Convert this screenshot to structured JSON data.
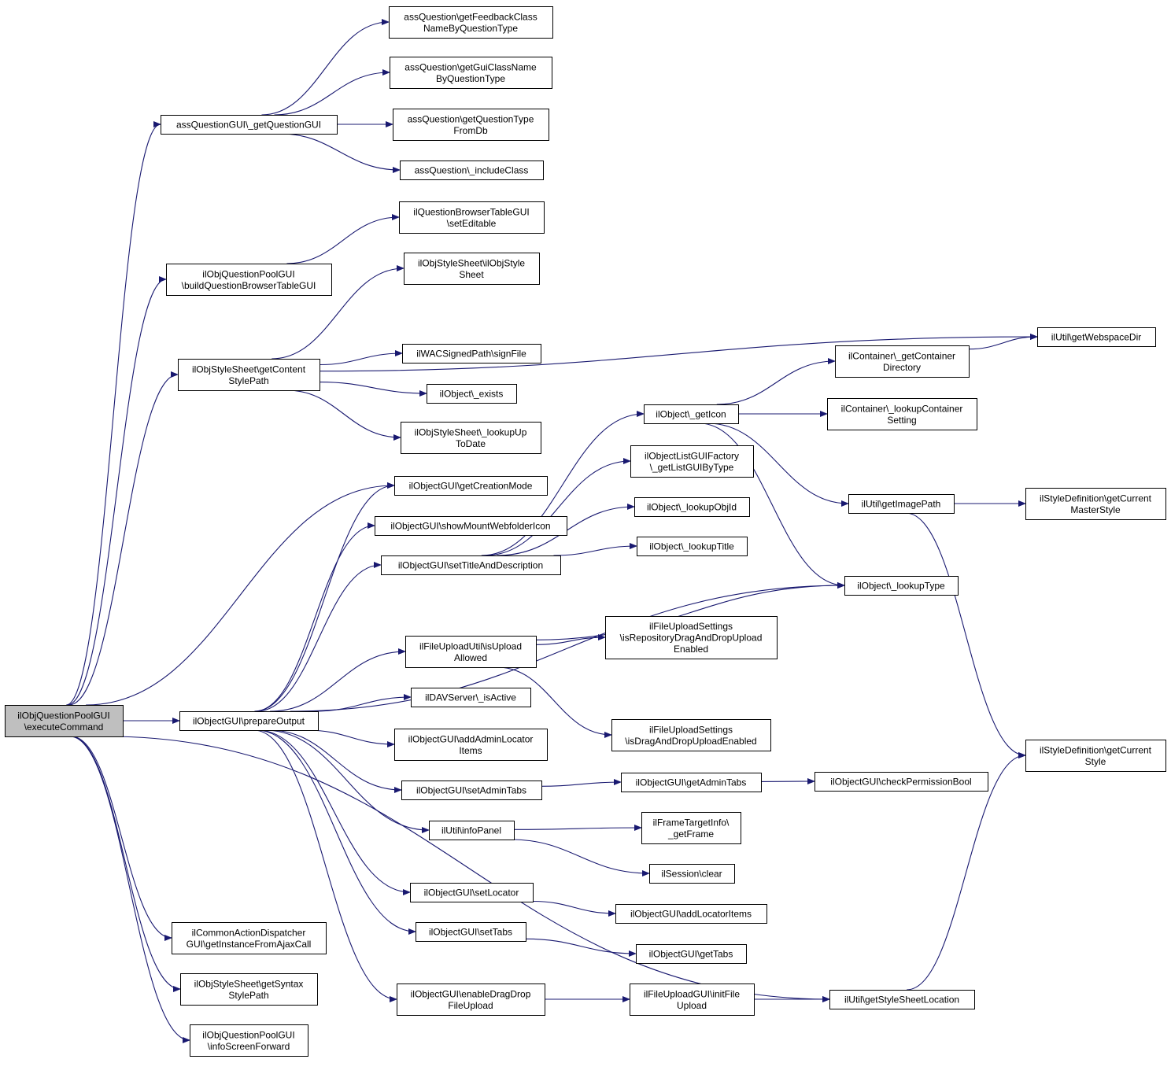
{
  "colors": {
    "edge": "#191970",
    "root_fill": "#bfbfbf",
    "node_fill": "#ffffff",
    "border": "#000000"
  },
  "nodes": [
    {
      "id": "root",
      "lines": [
        "ilObjQuestionPoolGUI",
        "\\executeCommand"
      ],
      "root": true
    },
    {
      "id": "getQuestionGUI",
      "lines": [
        "assQuestionGUI\\_getQuestionGUI"
      ]
    },
    {
      "id": "buildQBT",
      "lines": [
        "ilObjQuestionPoolGUI",
        "\\buildQuestionBrowserTableGUI"
      ]
    },
    {
      "id": "getContentStylePath",
      "lines": [
        "ilObjStyleSheet\\getContent",
        "StylePath"
      ]
    },
    {
      "id": "prepareOutput",
      "lines": [
        "ilObjectGUI\\prepareOutput"
      ]
    },
    {
      "id": "getInstanceFromAjax",
      "lines": [
        "ilCommonActionDispatcher",
        "GUI\\getInstanceFromAjaxCall"
      ]
    },
    {
      "id": "getSyntaxStylePath",
      "lines": [
        "ilObjStyleSheet\\getSyntax",
        "StylePath"
      ]
    },
    {
      "id": "infoScreenForward",
      "lines": [
        "ilObjQuestionPoolGUI",
        "\\infoScreenForward"
      ]
    },
    {
      "id": "getFeedbackClass",
      "lines": [
        "assQuestion\\getFeedbackClass",
        "NameByQuestionType"
      ]
    },
    {
      "id": "getGuiClassName",
      "lines": [
        "assQuestion\\getGuiClassName",
        "ByQuestionType"
      ]
    },
    {
      "id": "getQuestionTypeFromDb",
      "lines": [
        "assQuestion\\getQuestionType",
        "FromDb"
      ]
    },
    {
      "id": "includeClass",
      "lines": [
        "assQuestion\\_includeClass"
      ]
    },
    {
      "id": "setEditable",
      "lines": [
        "ilQuestionBrowserTableGUI",
        "\\setEditable"
      ]
    },
    {
      "id": "ilObjStyleSheetCtor",
      "lines": [
        "ilObjStyleSheet\\ilObjStyle",
        "Sheet"
      ]
    },
    {
      "id": "signFile",
      "lines": [
        "ilWACSignedPath\\signFile"
      ]
    },
    {
      "id": "exists",
      "lines": [
        "ilObject\\_exists"
      ]
    },
    {
      "id": "lookupUpToDate",
      "lines": [
        "ilObjStyleSheet\\_lookupUp",
        "ToDate"
      ]
    },
    {
      "id": "getCreationMode",
      "lines": [
        "ilObjectGUI\\getCreationMode"
      ]
    },
    {
      "id": "showMountWebfolderIcon",
      "lines": [
        "ilObjectGUI\\showMountWebfolderIcon"
      ]
    },
    {
      "id": "setTitleAndDescription",
      "lines": [
        "ilObjectGUI\\setTitleAndDescription"
      ]
    },
    {
      "id": "isUploadAllowed",
      "lines": [
        "ilFileUploadUtil\\isUpload",
        "Allowed"
      ]
    },
    {
      "id": "isActive",
      "lines": [
        "ilDAVServer\\_isActive"
      ]
    },
    {
      "id": "addAdminLocatorItems",
      "lines": [
        "ilObjectGUI\\addAdminLocator",
        "Items"
      ]
    },
    {
      "id": "setAdminTabs",
      "lines": [
        "ilObjectGUI\\setAdminTabs"
      ]
    },
    {
      "id": "infoPanel",
      "lines": [
        "ilUtil\\infoPanel"
      ]
    },
    {
      "id": "setLocator",
      "lines": [
        "ilObjectGUI\\setLocator"
      ]
    },
    {
      "id": "setTabs",
      "lines": [
        "ilObjectGUI\\setTabs"
      ]
    },
    {
      "id": "enableDragDropFileUpload",
      "lines": [
        "ilObjectGUI\\enableDragDrop",
        "FileUpload"
      ]
    },
    {
      "id": "getIcon",
      "lines": [
        "ilObject\\_getIcon"
      ]
    },
    {
      "id": "getListGUIByType",
      "lines": [
        "ilObjectListGUIFactory",
        "\\_getListGUIByType"
      ]
    },
    {
      "id": "lookupObjId",
      "lines": [
        "ilObject\\_lookupObjId"
      ]
    },
    {
      "id": "lookupTitle",
      "lines": [
        "ilObject\\_lookupTitle"
      ]
    },
    {
      "id": "isRepositoryDnD",
      "lines": [
        "ilFileUploadSettings",
        "\\isRepositoryDragAndDropUpload",
        "Enabled"
      ]
    },
    {
      "id": "isDnDEnabled",
      "lines": [
        "ilFileUploadSettings",
        "\\isDragAndDropUploadEnabled"
      ]
    },
    {
      "id": "getAdminTabs",
      "lines": [
        "ilObjectGUI\\getAdminTabs"
      ]
    },
    {
      "id": "getFrame",
      "lines": [
        "ilFrameTargetInfo\\",
        "_getFrame"
      ]
    },
    {
      "id": "sessionClear",
      "lines": [
        "ilSession\\clear"
      ]
    },
    {
      "id": "addLocatorItems",
      "lines": [
        "ilObjectGUI\\addLocatorItems"
      ]
    },
    {
      "id": "getTabs",
      "lines": [
        "ilObjectGUI\\getTabs"
      ]
    },
    {
      "id": "initFileUpload",
      "lines": [
        "ilFileUploadGUI\\initFile",
        "Upload"
      ]
    },
    {
      "id": "getContainerDirectory",
      "lines": [
        "ilContainer\\_getContainer",
        "Directory"
      ]
    },
    {
      "id": "lookupContainerSetting",
      "lines": [
        "ilContainer\\_lookupContainer",
        "Setting"
      ]
    },
    {
      "id": "getImagePath",
      "lines": [
        "ilUtil\\getImagePath"
      ]
    },
    {
      "id": "lookupType",
      "lines": [
        "ilObject\\_lookupType"
      ]
    },
    {
      "id": "checkPermissionBool",
      "lines": [
        "ilObjectGUI\\checkPermissionBool"
      ]
    },
    {
      "id": "getStyleSheetLocation",
      "lines": [
        "ilUtil\\getStyleSheetLocation"
      ]
    },
    {
      "id": "getWebspaceDir",
      "lines": [
        "ilUtil\\getWebspaceDir"
      ]
    },
    {
      "id": "getCurrentMasterStyle",
      "lines": [
        "ilStyleDefinition\\getCurrent",
        "MasterStyle"
      ]
    },
    {
      "id": "getCurrentStyle",
      "lines": [
        "ilStyleDefinition\\getCurrent",
        "Style"
      ]
    }
  ],
  "edges": [
    [
      "root",
      "getQuestionGUI"
    ],
    [
      "root",
      "buildQBT"
    ],
    [
      "root",
      "getContentStylePath"
    ],
    [
      "root",
      "getCreationMode"
    ],
    [
      "root",
      "prepareOutput"
    ],
    [
      "root",
      "getStyleSheetLocation"
    ],
    [
      "root",
      "getInstanceFromAjax"
    ],
    [
      "root",
      "getSyntaxStylePath"
    ],
    [
      "root",
      "infoScreenForward"
    ],
    [
      "getQuestionGUI",
      "getFeedbackClass"
    ],
    [
      "getQuestionGUI",
      "getGuiClassName"
    ],
    [
      "getQuestionGUI",
      "getQuestionTypeFromDb"
    ],
    [
      "getQuestionGUI",
      "includeClass"
    ],
    [
      "buildQBT",
      "setEditable"
    ],
    [
      "getContentStylePath",
      "ilObjStyleSheetCtor"
    ],
    [
      "getContentStylePath",
      "getWebspaceDir"
    ],
    [
      "getContentStylePath",
      "signFile"
    ],
    [
      "getContentStylePath",
      "exists"
    ],
    [
      "getContentStylePath",
      "lookupUpToDate"
    ],
    [
      "prepareOutput",
      "getCreationMode"
    ],
    [
      "prepareOutput",
      "showMountWebfolderIcon"
    ],
    [
      "prepareOutput",
      "setTitleAndDescription"
    ],
    [
      "prepareOutput",
      "lookupType"
    ],
    [
      "prepareOutput",
      "isUploadAllowed"
    ],
    [
      "prepareOutput",
      "isActive"
    ],
    [
      "prepareOutput",
      "addAdminLocatorItems"
    ],
    [
      "prepareOutput",
      "setAdminTabs"
    ],
    [
      "prepareOutput",
      "infoPanel"
    ],
    [
      "prepareOutput",
      "setLocator"
    ],
    [
      "prepareOutput",
      "setTabs"
    ],
    [
      "prepareOutput",
      "enableDragDropFileUpload"
    ],
    [
      "setTitleAndDescription",
      "getIcon"
    ],
    [
      "setTitleAndDescription",
      "getListGUIByType"
    ],
    [
      "setTitleAndDescription",
      "lookupObjId"
    ],
    [
      "setTitleAndDescription",
      "lookupTitle"
    ],
    [
      "isUploadAllowed",
      "isRepositoryDnD"
    ],
    [
      "isUploadAllowed",
      "lookupType"
    ],
    [
      "isUploadAllowed",
      "isDnDEnabled"
    ],
    [
      "setAdminTabs",
      "getAdminTabs"
    ],
    [
      "getAdminTabs",
      "checkPermissionBool"
    ],
    [
      "infoPanel",
      "getFrame"
    ],
    [
      "infoPanel",
      "sessionClear"
    ],
    [
      "setLocator",
      "addLocatorItems"
    ],
    [
      "setTabs",
      "getTabs"
    ],
    [
      "enableDragDropFileUpload",
      "initFileUpload"
    ],
    [
      "initFileUpload",
      "getStyleSheetLocation"
    ],
    [
      "getIcon",
      "getContainerDirectory"
    ],
    [
      "getIcon",
      "lookupContainerSetting"
    ],
    [
      "getIcon",
      "getImagePath"
    ],
    [
      "getIcon",
      "lookupType"
    ],
    [
      "getContainerDirectory",
      "getWebspaceDir"
    ],
    [
      "getImagePath",
      "getCurrentMasterStyle"
    ],
    [
      "getImagePath",
      "getCurrentStyle"
    ],
    [
      "getStyleSheetLocation",
      "getCurrentStyle"
    ]
  ]
}
